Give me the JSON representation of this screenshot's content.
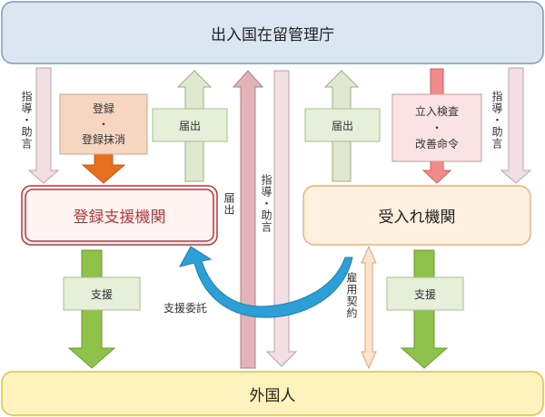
{
  "top_bar": {
    "title": "出入国在留管理庁"
  },
  "bottom_bar": {
    "title": "外国人"
  },
  "registered_support": {
    "title": "登録支援機関"
  },
  "host_org": {
    "title": "受入れ機関"
  },
  "labels": {
    "guidance_left": "指導・助言",
    "guidance_right": "指導・助言",
    "guidance_center": "指導・助言",
    "registration_line1": "登録",
    "registration_line2": "・",
    "registration_line3": "登録抹消",
    "notification_left": "届出",
    "notification_right": "届出",
    "notification_center": "届出",
    "inspection_line1": "立入検査",
    "inspection_line2": "・",
    "inspection_line3": "改善命令",
    "support_left": "支援",
    "support_right": "支援",
    "support_commission": "支援委託",
    "employment_contract": "雇用契約"
  },
  "colors": {
    "top_bar_fill": "#dbe6f3",
    "top_bar_stroke": "#7f98bf",
    "bottom_bar_fill": "#fff3bd",
    "bottom_bar_stroke": "#d8c04a",
    "support_org_stroke": "#c0353a",
    "support_org_text": "#c0353a",
    "host_org_fill": "#fff0e0",
    "host_org_stroke": "#f0b07a",
    "green_arrow": "#8ec24a",
    "pale_green_arrow": "#dfe9cf",
    "orange_arrow": "#e86f1f",
    "pink_arrow": "#f28b8b",
    "pale_pink_arrow": "#f3dfe3",
    "blue_arrow": "#2d9fd6",
    "rose_arrow": "#e2b4b8"
  }
}
